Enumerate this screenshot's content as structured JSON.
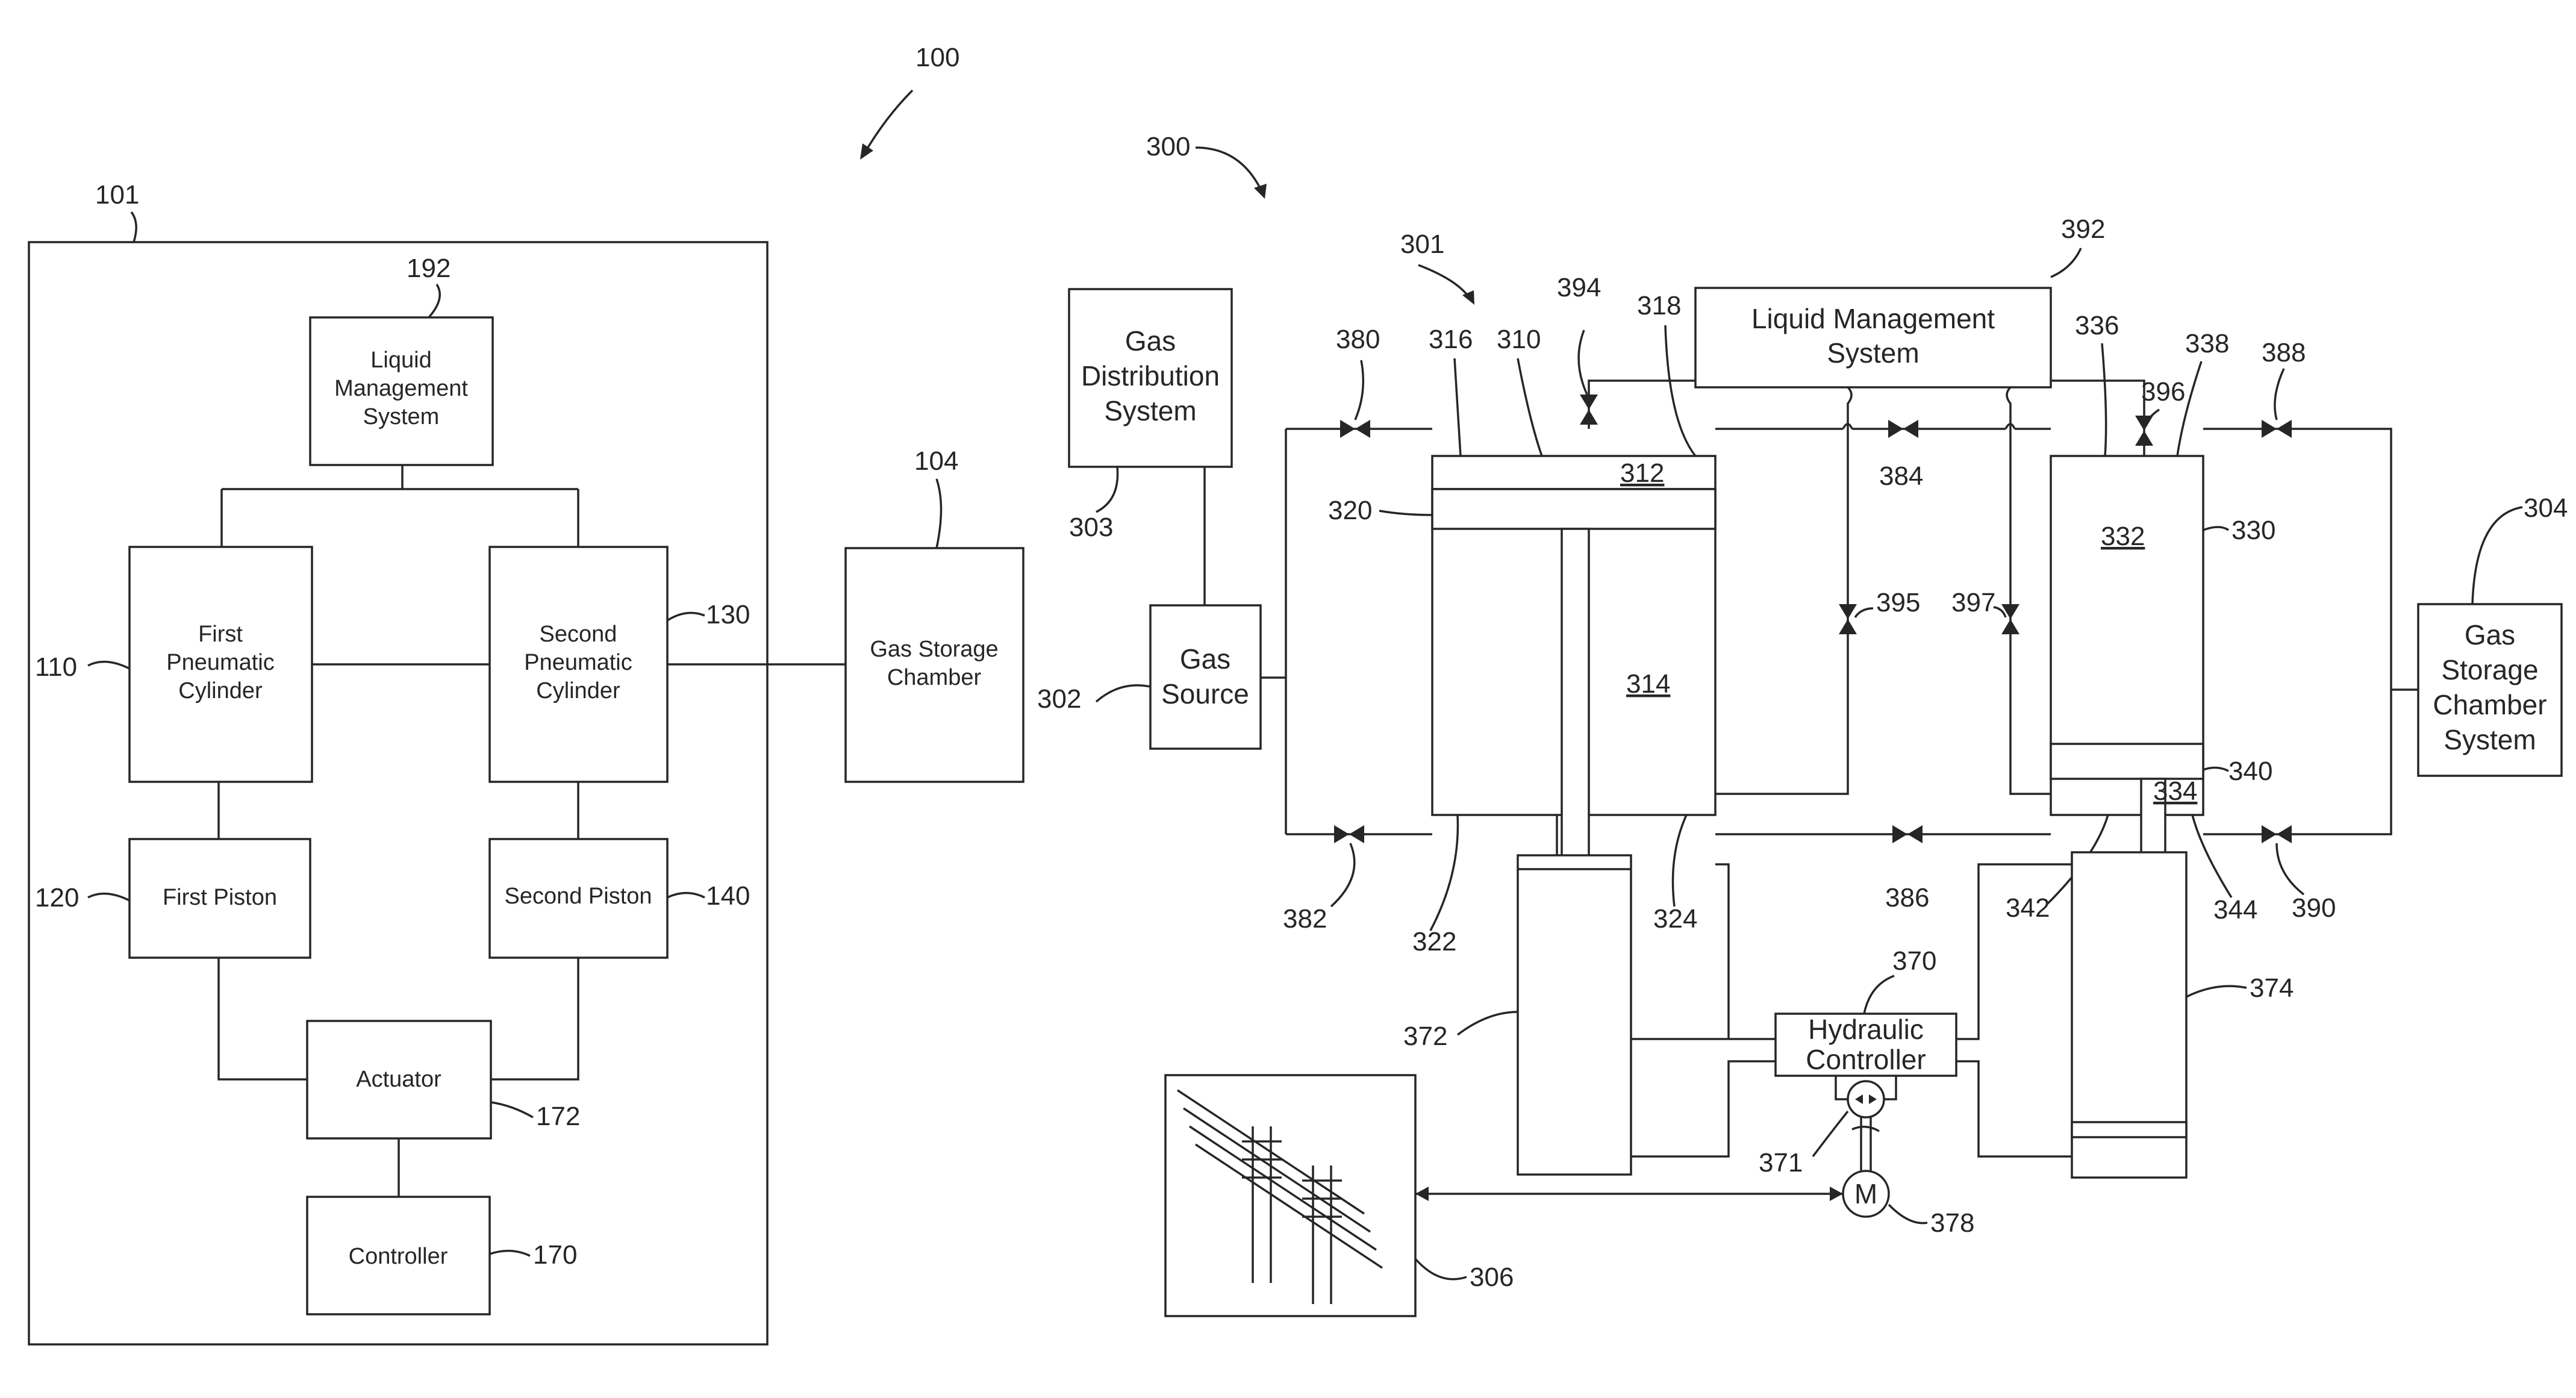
{
  "colors": {
    "line": "#262626",
    "background": "#ffffff"
  },
  "left_system": {
    "ref_100": "100",
    "ref_101": "101",
    "liquid_mgmt": {
      "ref": "192",
      "lines": [
        "Liquid",
        "Management",
        "System"
      ]
    },
    "first_cyl": {
      "ref": "110",
      "lines": [
        "First",
        "Pneumatic",
        "Cylinder"
      ]
    },
    "second_cyl": {
      "ref": "130",
      "lines": [
        "Second",
        "Pneumatic",
        "Cylinder"
      ]
    },
    "first_piston": {
      "ref": "120",
      "label": "First Piston"
    },
    "second_piston": {
      "ref": "140",
      "label": "Second Piston"
    },
    "actuator": {
      "ref": "172",
      "label": "Actuator"
    },
    "controller": {
      "ref": "170",
      "label": "Controller"
    },
    "gas_storage": {
      "ref": "104",
      "lines": [
        "Gas Storage",
        "Chamber"
      ]
    }
  },
  "right_system": {
    "ref_300": "300",
    "ref_301": "301",
    "gas_dist": {
      "ref": "303",
      "lines": [
        "Gas",
        "Distribution",
        "System"
      ]
    },
    "gas_source": {
      "ref": "302",
      "lines": [
        "Gas",
        "Source"
      ]
    },
    "liquid_mgmt": {
      "ref": "392",
      "lines": [
        "Liquid Management",
        "System"
      ]
    },
    "gas_storage": {
      "ref": "304",
      "lines": [
        "Gas",
        "Storage",
        "Chamber",
        "System"
      ]
    },
    "hydraulic": {
      "ref": "370",
      "lines": [
        "Hydraulic",
        "Controller"
      ]
    },
    "motor": {
      "ref": "378",
      "label": "M"
    },
    "pump_ref": "371",
    "grid_ref": "306",
    "cyl1_refs": {
      "r310": "310",
      "r312": "312",
      "r314": "314",
      "r316": "316",
      "r318": "318",
      "r320": "320",
      "r322": "322",
      "r324": "324"
    },
    "cyl2_refs": {
      "r330": "330",
      "r332": "332",
      "r334": "334",
      "r336": "336",
      "r338": "338",
      "r340": "340",
      "r342": "342",
      "r344": "344"
    },
    "hyd_cyl_refs": {
      "r372": "372",
      "r374": "374"
    },
    "valve_refs": {
      "v380": "380",
      "v382": "382",
      "v384": "384",
      "v386": "386",
      "v388": "388",
      "v390": "390",
      "v394": "394",
      "v395": "395",
      "v396": "396",
      "v397": "397"
    }
  }
}
